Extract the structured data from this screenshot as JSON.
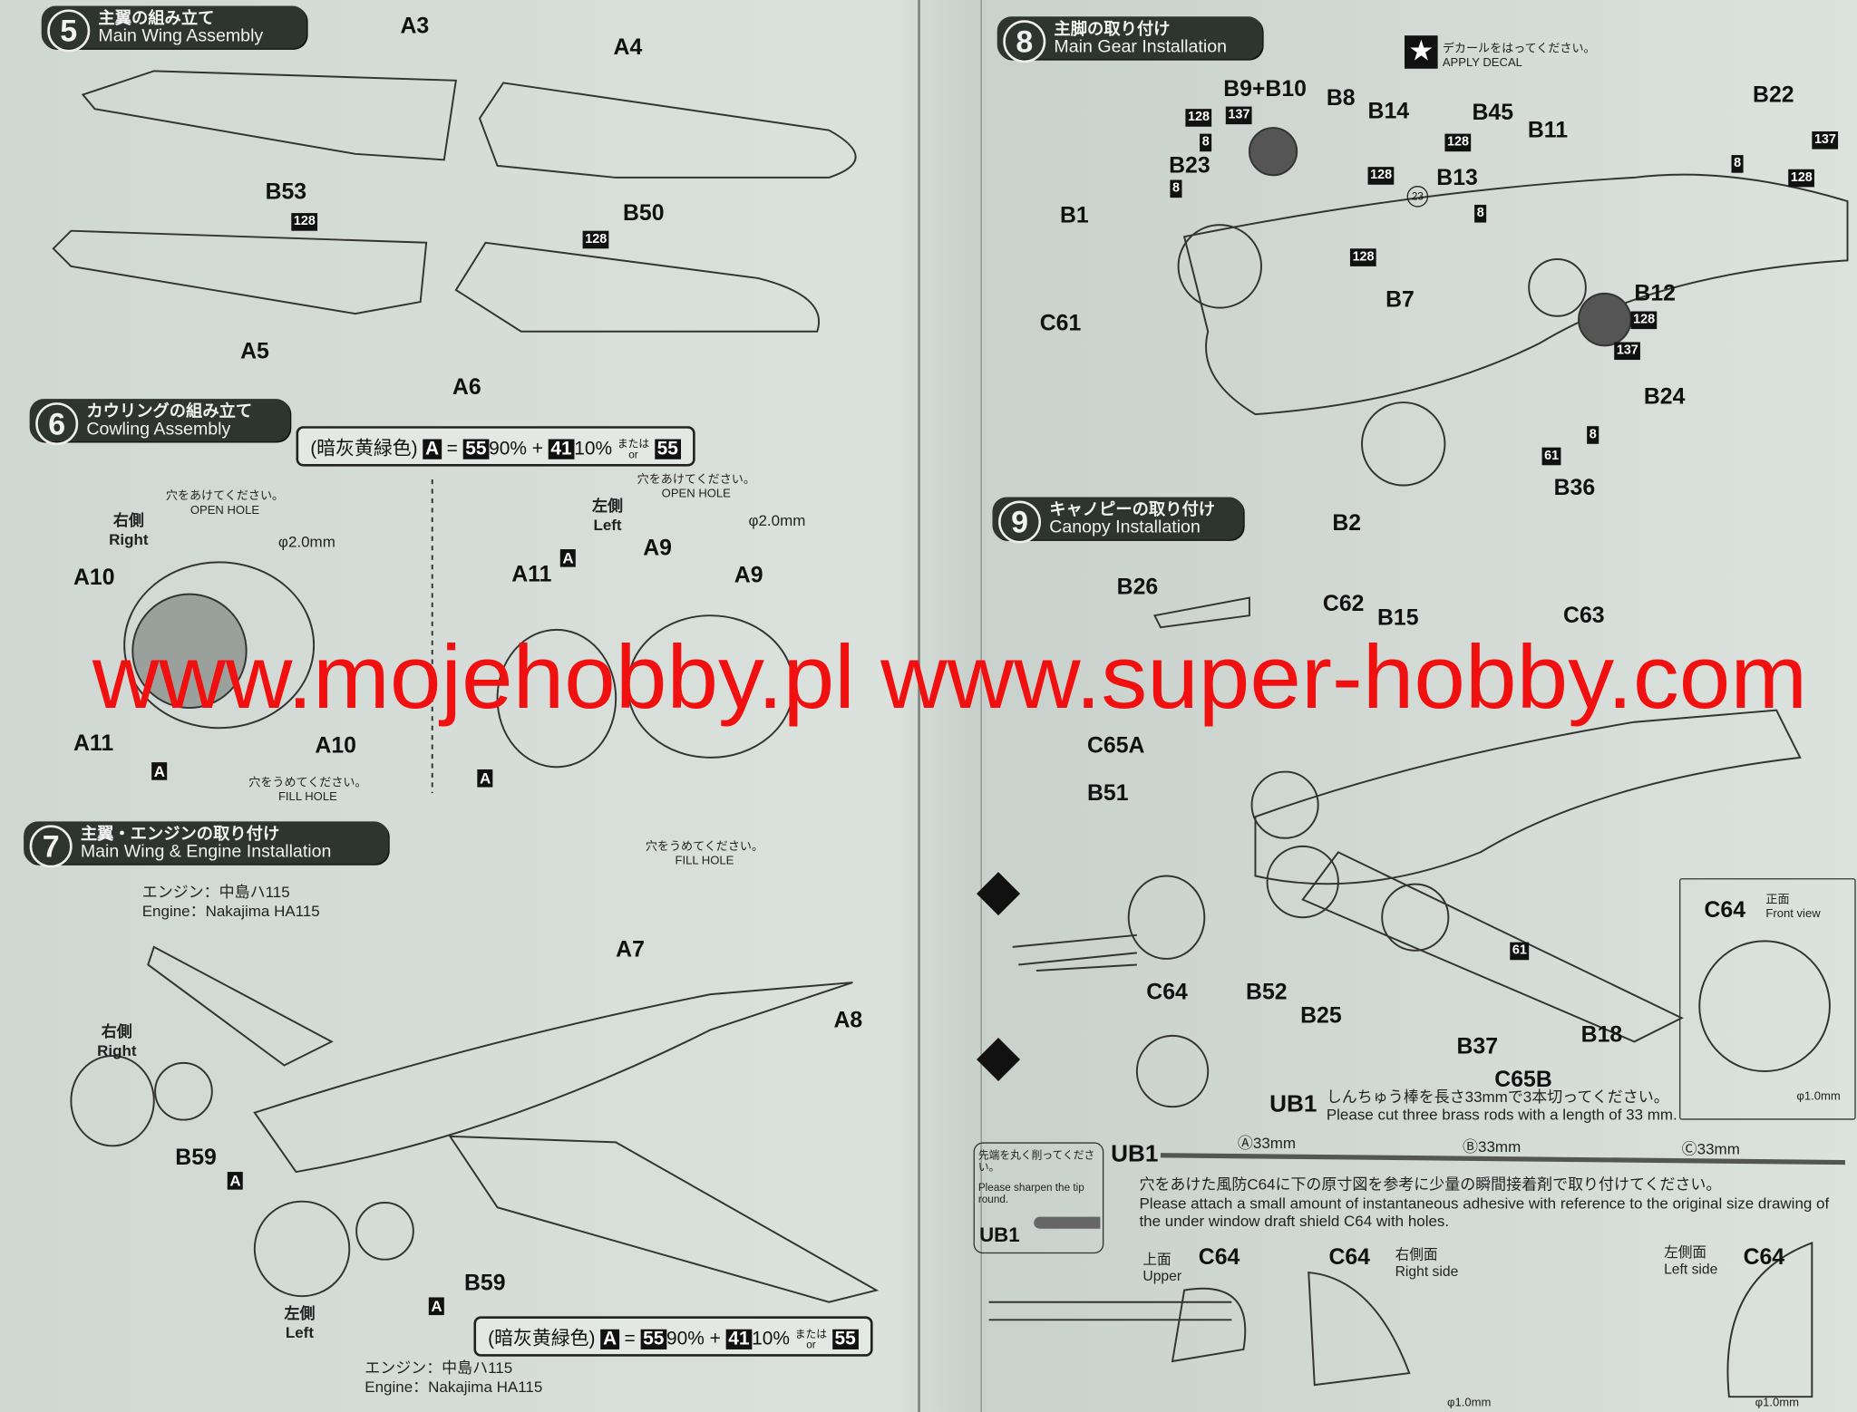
{
  "step5": {
    "num": "5",
    "jp": "主翼の組み立て",
    "en": "Main Wing Assembly",
    "parts": [
      "A3",
      "A4",
      "B53",
      "B50",
      "A5",
      "A6"
    ],
    "codes": [
      "128",
      "128"
    ]
  },
  "step6": {
    "num": "6",
    "jp": "カウリングの組み立て",
    "en": "Cowling Assembly",
    "color": {
      "jp": "(暗灰黄緑色)",
      "a": "A",
      "eq": "=",
      "c1": "55",
      "p1": "90%",
      "plus": "+",
      "c2": "41",
      "p2": "10%",
      "or_jp": "または",
      "or": "or",
      "c3": "55"
    },
    "right": {
      "jp": "右側",
      "en": "Right"
    },
    "left": {
      "jp": "左側",
      "en": "Left"
    },
    "open_jp": "穴をあけてください。",
    "open_en": "OPEN HOLE",
    "fill_jp": "穴をうめてください。",
    "fill_en": "FILL HOLE",
    "dia": "φ2.0mm",
    "parts": [
      "A10",
      "A11",
      "A",
      "A10",
      "A11",
      "A",
      "A9",
      "A9",
      "A"
    ]
  },
  "step7": {
    "num": "7",
    "jp": "主翼・エンジンの取り付け",
    "en": "Main Wing & Engine Installation",
    "engine_jp": "エンジン：中島ハ115",
    "engine_en": "Engine：Nakajima HA115",
    "right": {
      "jp": "右側",
      "en": "Right"
    },
    "left": {
      "jp": "左側",
      "en": "Left"
    },
    "parts": [
      "A7",
      "A8",
      "B59",
      "A",
      "B59",
      "A"
    ]
  },
  "step8": {
    "num": "8",
    "jp": "主脚の取り付け",
    "en": "Main Gear Installation",
    "decal_jp": "デカールをはってください。",
    "decal_en": "APPLY DECAL",
    "parts": [
      "B9+B10",
      "B8",
      "B14",
      "B45",
      "B11",
      "B22",
      "B23",
      "B1",
      "B13",
      "C61",
      "B7",
      "B12",
      "B24",
      "B36",
      "B2"
    ],
    "codes": [
      "128",
      "137",
      "8",
      "8",
      "128",
      "137",
      "8",
      "128",
      "128",
      "23",
      "128",
      "128",
      "137",
      "8",
      "61",
      "8"
    ]
  },
  "step9": {
    "num": "9",
    "jp": "キャノピーの取り付け",
    "en": "Canopy Installation",
    "parts": [
      "B26",
      "C62",
      "B15",
      "C63",
      "C65A",
      "B51",
      "C64",
      "B52",
      "B25",
      "B37",
      "C65B",
      "B18",
      "61"
    ],
    "front": {
      "part": "C64",
      "jp": "正面",
      "en": "Front view",
      "dia": "φ1.0mm"
    },
    "ub1": {
      "label": "UB1",
      "jp": "しんちゅう棒を長さ33mmで3本切ってください。",
      "en": "Please cut three brass rods with a length of 33 mm.",
      "a": "33mm",
      "b": "33mm",
      "c": "33mm"
    },
    "note": {
      "jp": "先端を丸く削ってください。",
      "en": "Please sharpen the tip round.",
      "part": "UB1"
    },
    "attach_jp": "穴をあけた風防C64に下の原寸図を参考に少量の瞬間接着剤で取り付けてください。",
    "attach_en": "Please attach a small amount of instantaneous adhesive with reference to the original size drawing of the under window draft shield C64 with holes.",
    "views": [
      {
        "part": "C64",
        "jp": "上面",
        "en": "Upper"
      },
      {
        "part": "C64",
        "jp": "右側面",
        "en": "Right side"
      },
      {
        "part": "C64",
        "jp": "左側面",
        "en": "Left side"
      }
    ],
    "dia": "φ1.0mm"
  },
  "watermark": "www.mojehobby.pl www.super-hobby.com"
}
